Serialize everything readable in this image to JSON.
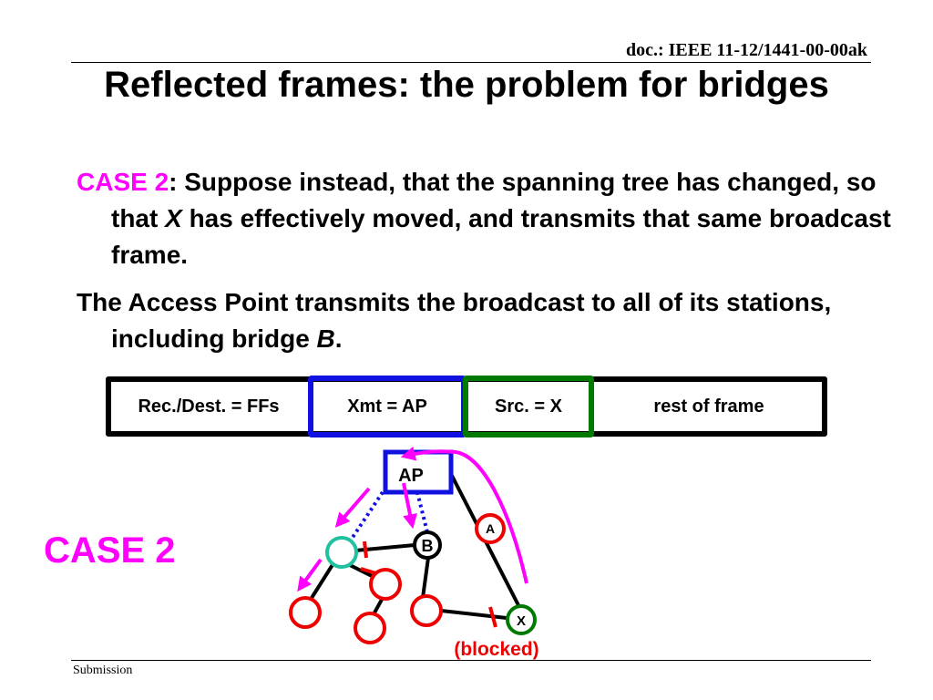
{
  "header": {
    "doc_id": "doc.: IEEE 11-12/1441-00-00ak"
  },
  "title": "Reflected frames: the problem for bridges",
  "body": {
    "p1_label": "CASE 2",
    "p1_a": ": Suppose instead, that the spanning tree has changed, so that ",
    "p1_x": "X",
    "p1_b": " has effectively moved, and transmits that same broadcast frame.",
    "p2_a": "The Access Point transmits the broadcast to all of its stations, including bridge ",
    "p2_b": "B",
    "p2_c": "."
  },
  "frame": {
    "cells": [
      "Rec./Dest. = FFs",
      "Xmt = AP",
      "Src. = X",
      "rest of frame"
    ]
  },
  "diagram": {
    "case_label": "CASE 2",
    "ap_label": "AP",
    "a_label": "A",
    "b_label": "B",
    "x_label": "X",
    "blocked_label": "(blocked)"
  },
  "colors": {
    "magenta": "#ff00ff",
    "blue": "#1010e0",
    "green": "#007a00",
    "red": "#ee0000",
    "teal": "#20c0a0"
  },
  "footer": {
    "left": "Submission"
  }
}
